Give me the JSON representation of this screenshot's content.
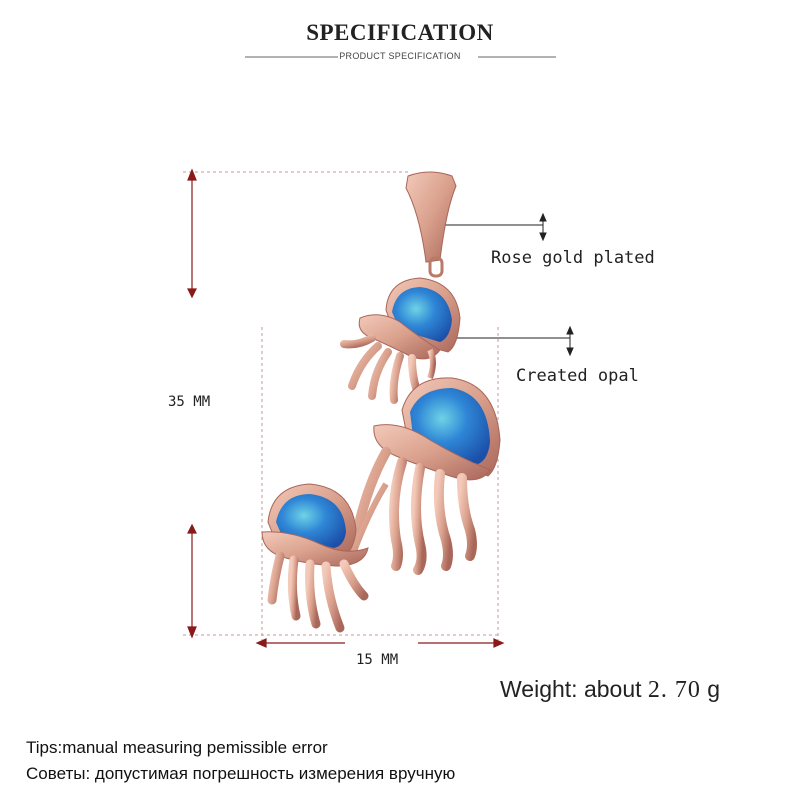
{
  "header": {
    "title": "SPECIFICATION",
    "subtitle": "PRODUCT SPECIFICATION"
  },
  "callouts": {
    "material": "Rose gold plated",
    "stone": "Created opal"
  },
  "dimensions": {
    "height": "35 MM",
    "width": "15 MM"
  },
  "weight": {
    "label": "Weight: about",
    "value": "2. 70",
    "unit": "g"
  },
  "tips": {
    "en": "Tips:manual measuring pemissible error",
    "ru": "Советы: допустимая погрешность измерения вручную"
  },
  "colors": {
    "rose_gold": "#d9a08c",
    "rose_gold_shadow": "#b06f5e",
    "opal_blue": "#2f86d6",
    "opal_green": "#3fc6b8",
    "dimension_line": "#8a1a1a",
    "guide_dash": "#c79a9a"
  },
  "icons": [
    "jellyfish-pendant-image"
  ]
}
